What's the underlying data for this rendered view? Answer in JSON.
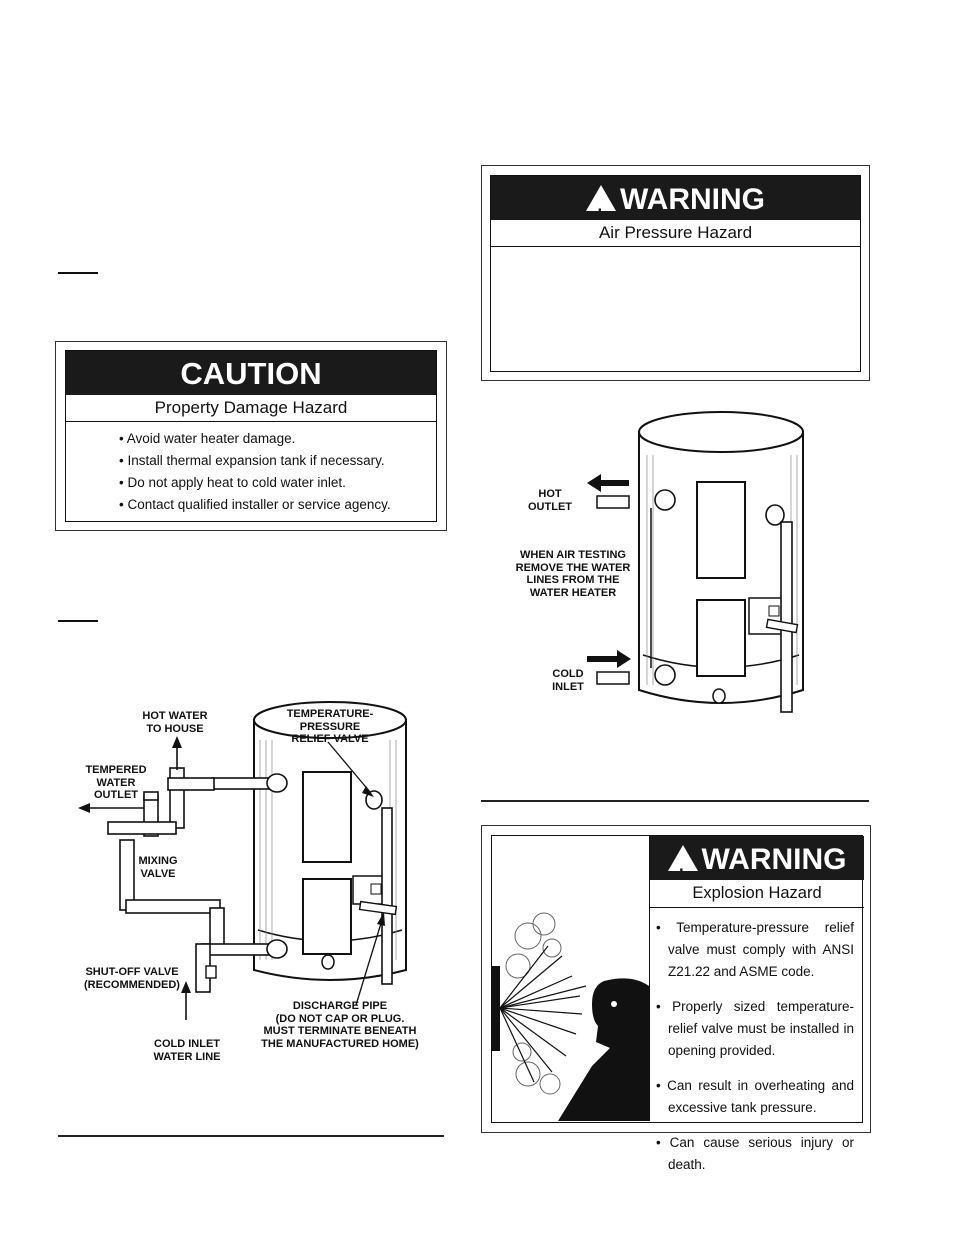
{
  "caution_box": {
    "header": "CAUTION",
    "subheader": "Property Damage Hazard",
    "items": [
      "• Avoid water heater damage.",
      "• Install thermal expansion tank if necessary.",
      "• Do not apply heat to cold water inlet.",
      "• Contact qualified installer or service agency."
    ]
  },
  "mixing_diagram": {
    "labels": {
      "hot_water": "HOT WATER\nTO HOUSE",
      "tp_valve": "TEMPERATURE-\nPRESSURE\nRELIEF VALVE",
      "tempered": "TEMPERED\nWATER\nOUTLET",
      "mixing_valve": "MIXING\nVALVE",
      "shutoff": "SHUT-OFF VALVE\n(RECOMMENDED)",
      "discharge": "DISCHARGE PIPE\n(DO NOT CAP OR PLUG.\nMUST TERMINATE BENEATH\nTHE MANUFACTURED HOME)",
      "cold_inlet": "COLD INLET\nWATER LINE"
    }
  },
  "air_warning": {
    "header": "WARNING",
    "subheader": "Air Pressure Hazard",
    "triangle_mark": "!"
  },
  "air_diagram": {
    "labels": {
      "hot_outlet": "HOT\nOUTLET",
      "when_air": "WHEN AIR TESTING\nREMOVE THE WATER\nLINES FROM THE\nWATER HEATER",
      "cold_inlet": "COLD\nINLET"
    }
  },
  "explosion_warning": {
    "header": "WARNING",
    "subheader": "Explosion Hazard",
    "triangle_mark": "!",
    "items": [
      "• Temperature-pressure relief valve must comply with ANSI Z21.22 and ASME code.",
      "• Properly sized temperature-relief valve must be installed in opening provided.",
      "• Can result in overheating and excessive tank pressure.",
      "• Can cause serious injury or death."
    ]
  }
}
